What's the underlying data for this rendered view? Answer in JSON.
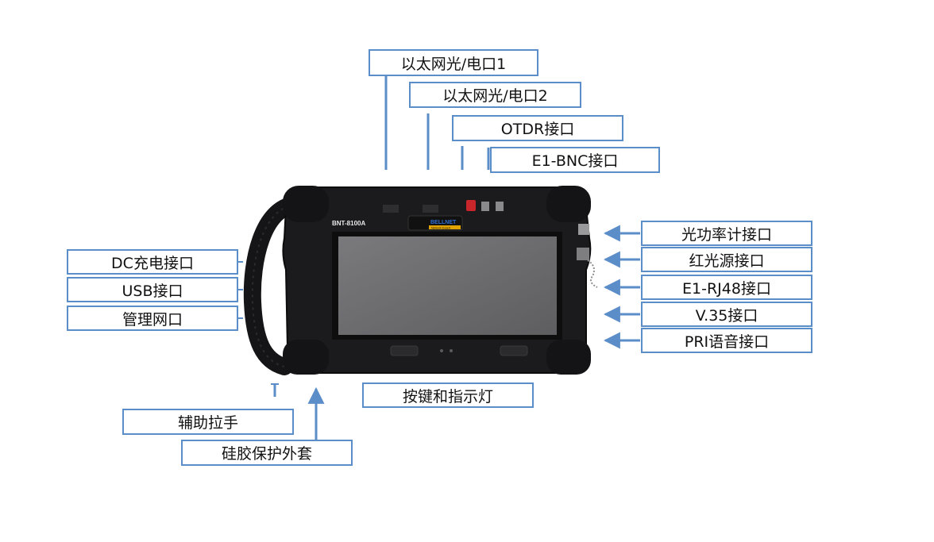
{
  "device": {
    "model": "BNT-8100A",
    "logo_text": "BELLNET",
    "logo_subtext": "Network Expert"
  },
  "colors": {
    "callout_border": "#5b8dc9",
    "leader_line": "#5b8dc9",
    "device_body": "#1b1b1d",
    "screen": "#6f6f72"
  },
  "labels": {
    "top": [
      "以太网光/电口1",
      "以太网光/电口2",
      "OTDR接口",
      "E1-BNC接口"
    ],
    "right": [
      "光功率计接口",
      "红光源接口",
      "E1-RJ48接口",
      "V.35接口",
      "PRI语音接口"
    ],
    "left": [
      "DC充电接口",
      "USB接口",
      "管理网口"
    ],
    "bottom": [
      "按键和指示灯",
      "辅助拉手",
      "硅胶保护外套"
    ]
  }
}
